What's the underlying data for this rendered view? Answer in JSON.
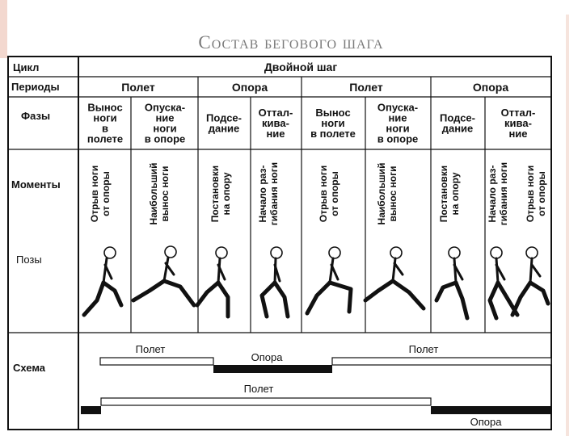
{
  "slide": {
    "title": "Состав бегового шага"
  },
  "rows": {
    "cycle": "Цикл",
    "periods": "Периоды",
    "phases": "Фазы",
    "moments": "Моменты",
    "poses": "Позы",
    "scheme": "Схема"
  },
  "cycle_value": "Двойной шаг",
  "periods": [
    "Полет",
    "Опора",
    "Полет",
    "Опора"
  ],
  "phases": [
    [
      "Вынос",
      "ноги",
      "в",
      "полете"
    ],
    [
      "Опуска-",
      "ние",
      "ноги",
      "в опоре"
    ],
    [
      "Подсе-",
      "дание"
    ],
    [
      "Оттал-",
      "кива-",
      "ние"
    ],
    [
      "Вынос",
      "ноги",
      "в полете"
    ],
    [
      "Опуска-",
      "ние",
      "ноги",
      "в опоре"
    ],
    [
      "Подсе-",
      "дание"
    ],
    [
      "Оттал-",
      "кива-",
      "ние"
    ]
  ],
  "moments": [
    [
      "Отрыв ноги",
      "от опоры"
    ],
    [
      "Наибольший",
      "вынос ноги"
    ],
    [
      "Постановки",
      "на опору"
    ],
    [
      "Начало раз-",
      "гибания ноги"
    ],
    [
      "Отрыв ноги",
      "от опоры"
    ],
    [
      "Наибольший",
      "вынос ноги"
    ],
    [
      "Постановки",
      "на опору"
    ],
    [
      "Начало раз-",
      "гибания ноги"
    ],
    [
      "Отрыв ноги",
      "от опоры"
    ]
  ],
  "scheme": {
    "upper": {
      "flight1": "Полет",
      "support": "Опора",
      "flight2": "Полет"
    },
    "lower": {
      "flight": "Полет",
      "support": "Опора"
    }
  }
}
